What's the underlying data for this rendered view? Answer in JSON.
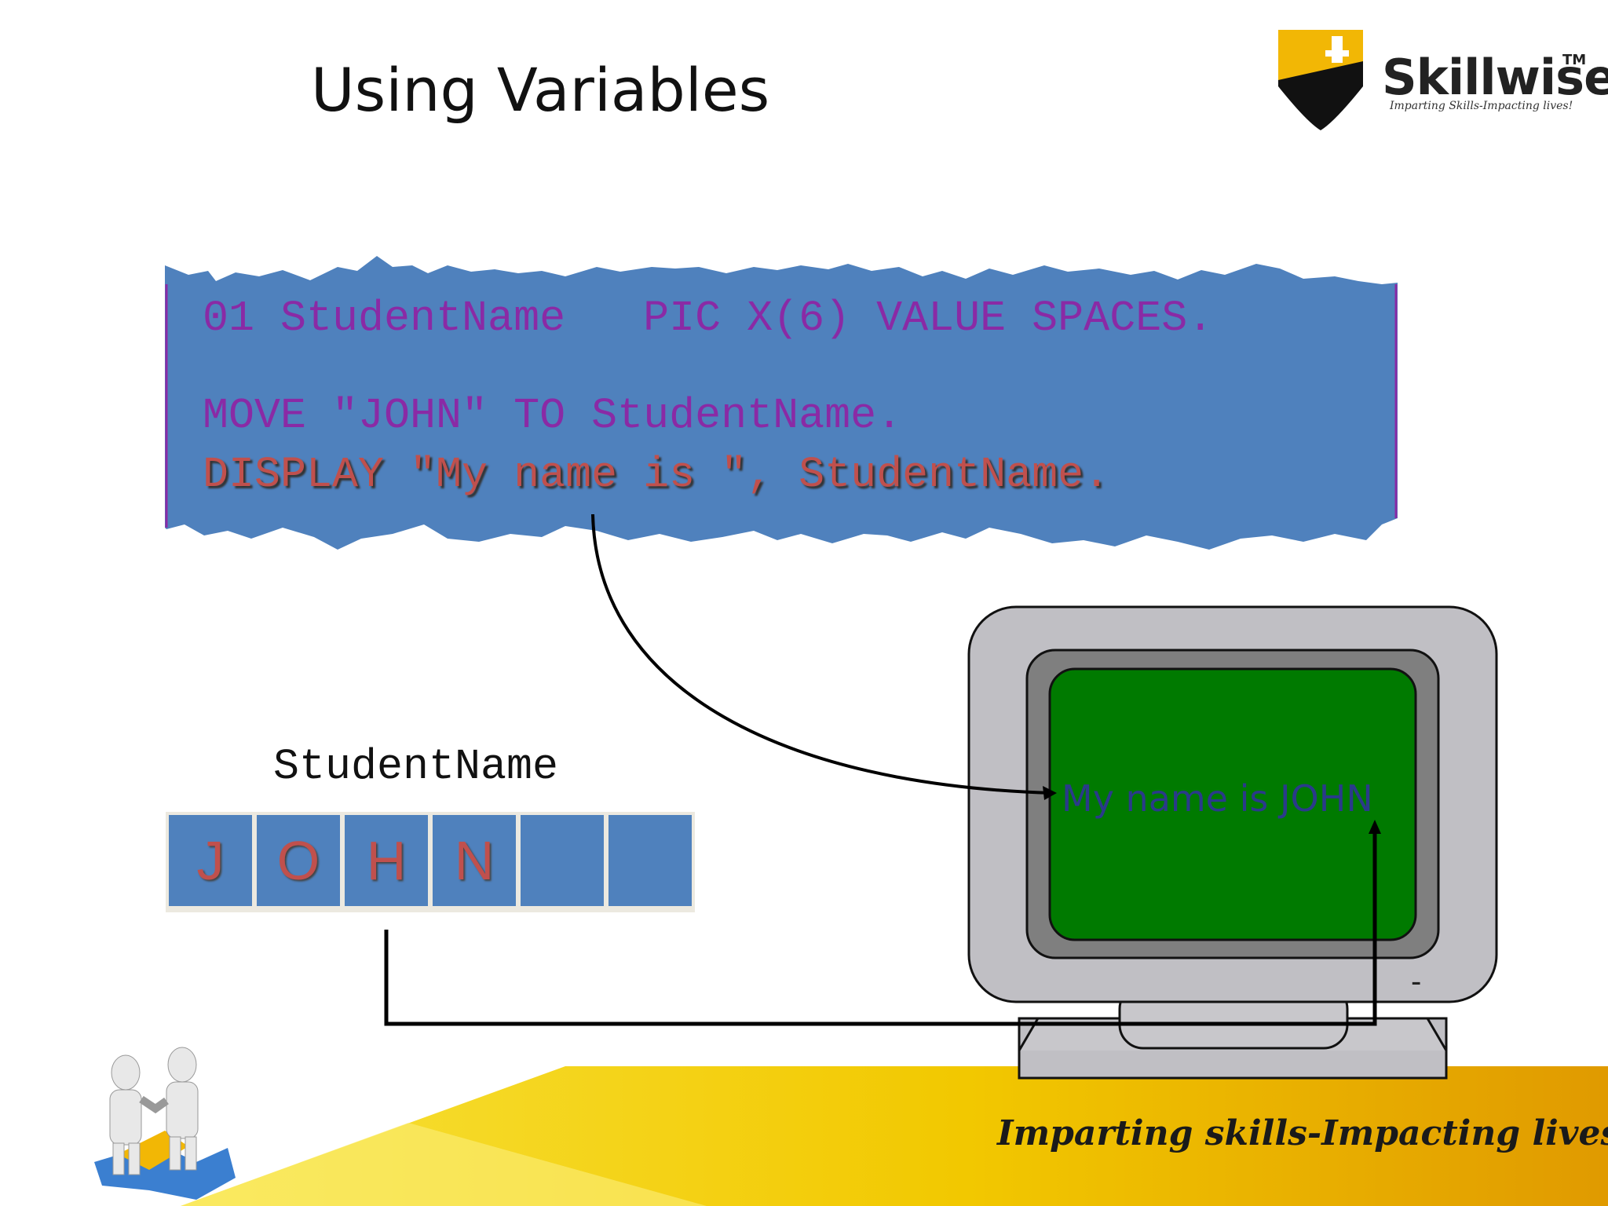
{
  "slide": {
    "title": "Using Variables",
    "tagline": "Imparting skills-Impacting lives!"
  },
  "logo": {
    "name": "Skillwise",
    "trademark": "TM",
    "subtitle": "Imparting Skills-Impacting lives!"
  },
  "code": {
    "line1": "01 StudentName   PIC X(6) VALUE SPACES.",
    "line2": "MOVE \"JOHN\" TO StudentName.",
    "line3": "DISPLAY \"My name is \", StudentName."
  },
  "variable": {
    "label": "StudentName",
    "cells": [
      "J",
      "O",
      "H",
      "N",
      "",
      ""
    ]
  },
  "monitor": {
    "screen_text": "My name is JOHN",
    "power_mark": "-"
  },
  "colors": {
    "code_panel": "#4f81bd",
    "code_text": "#8a2aa5",
    "display_text": "#c0504d",
    "screen": "#007a00",
    "footer_band": "#f0c000"
  }
}
